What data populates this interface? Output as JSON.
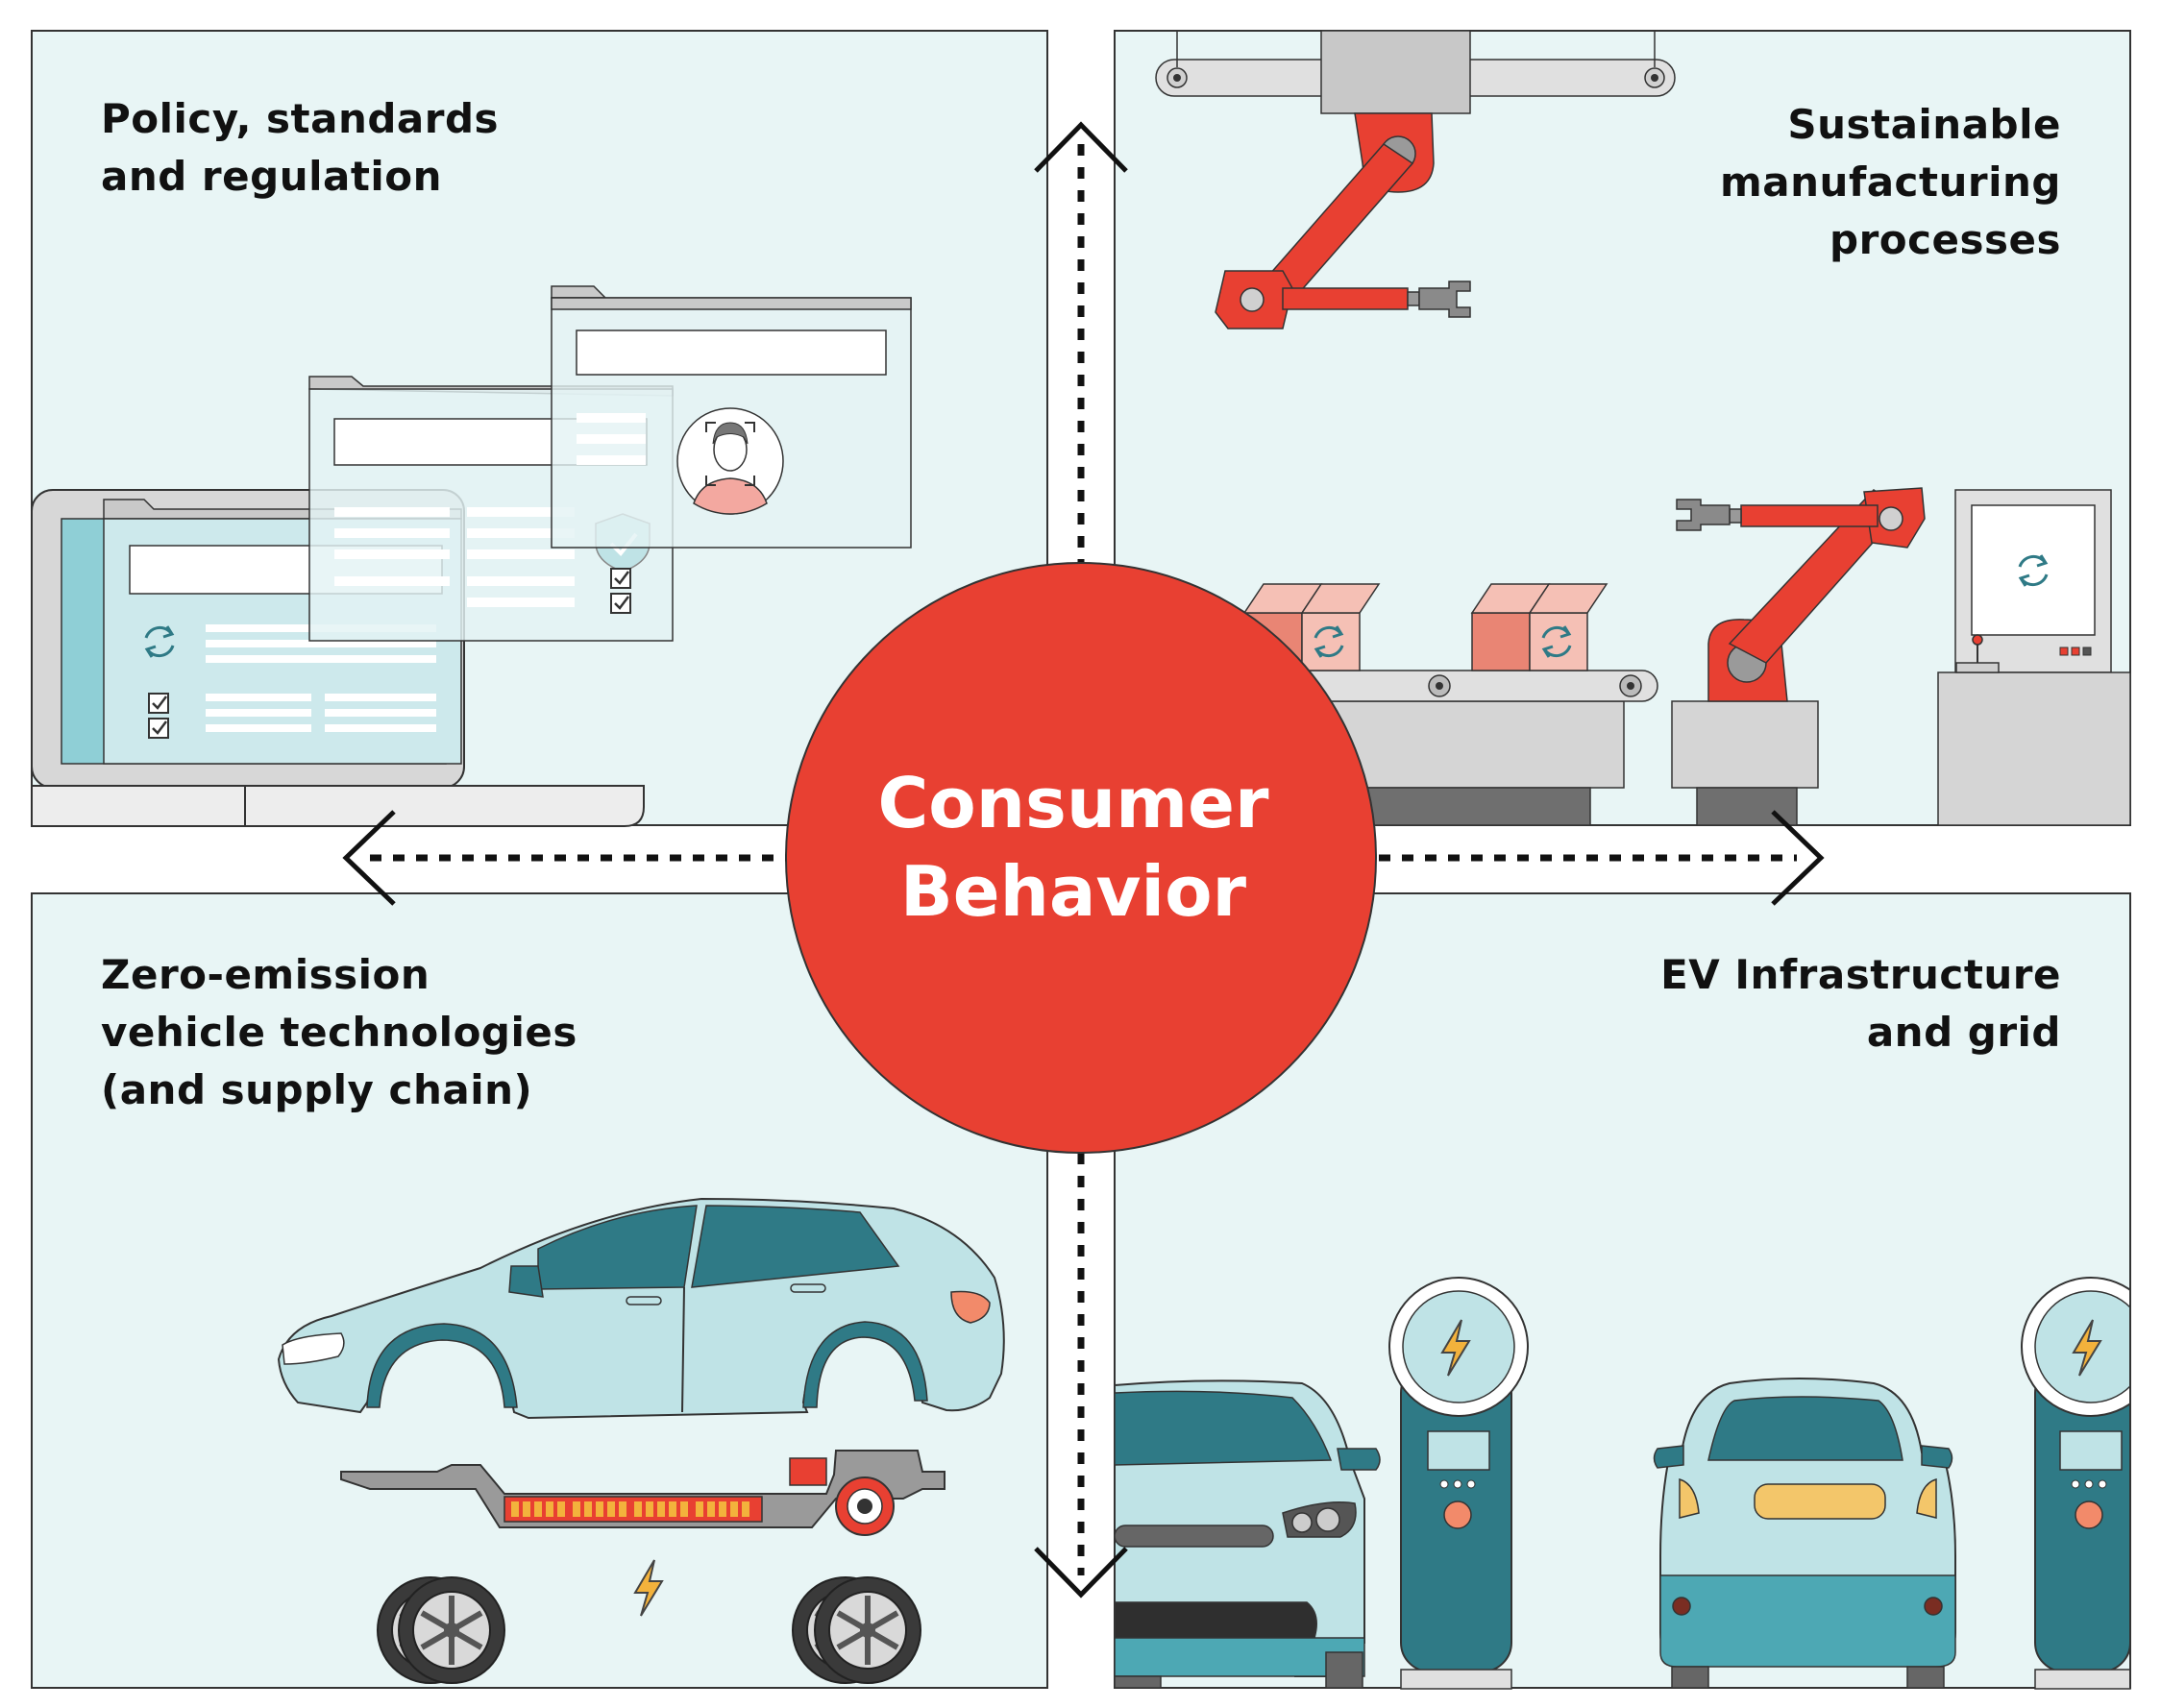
{
  "center": {
    "line1": "Consumer",
    "line2": "Behavior",
    "color": "#e84032"
  },
  "quadrants": {
    "top_left": {
      "lines": [
        "Policy, standards",
        "and regulation"
      ],
      "icons": [
        "laptop-icon",
        "browser-window-icon",
        "refresh-icon",
        "checkbox-icon",
        "user-profile-icon",
        "shield-check-icon"
      ]
    },
    "top_right": {
      "lines": [
        "Sustainable",
        "manufacturing",
        "processes"
      ],
      "icons": [
        "robot-arm-icon",
        "conveyor-belt-icon",
        "box-icon",
        "control-terminal-icon"
      ]
    },
    "bottom_left": {
      "lines": [
        "Zero-emission",
        "vehicle technologies",
        "(and supply chain)"
      ],
      "icons": [
        "car-body-icon",
        "battery-chassis-icon",
        "wheel-icon",
        "lightning-bolt-icon"
      ]
    },
    "bottom_right": {
      "lines": [
        "EV Infrastructure",
        "and grid"
      ],
      "icons": [
        "electric-car-icon",
        "charging-station-icon",
        "lightning-bolt-icon"
      ]
    }
  },
  "colors": {
    "panel_bg": "#e8f5f5",
    "accent_red": "#e84032",
    "teal_dark": "#2f7a86",
    "teal_light": "#bfe3e6",
    "gray": "#c8c8c8"
  }
}
